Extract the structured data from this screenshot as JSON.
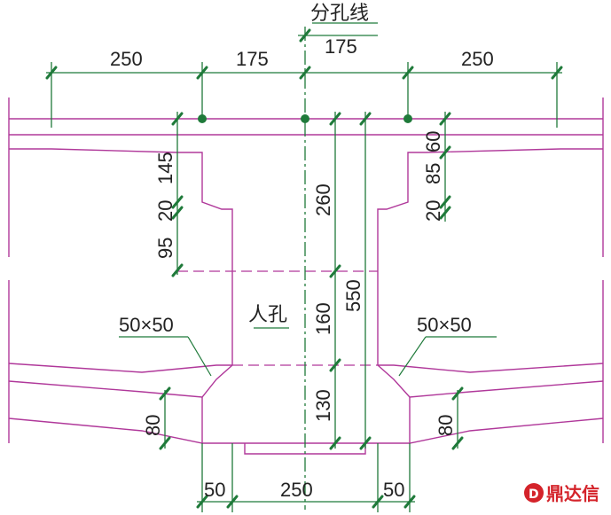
{
  "labels": {
    "divider": "分孔线",
    "manhole": "人孔",
    "chamfer_left": "50×50",
    "chamfer_right": "50×50"
  },
  "dims_top": [
    "250",
    "175",
    "175",
    "250"
  ],
  "dims_left": [
    "145",
    "20",
    "95"
  ],
  "dims_right": [
    "60",
    "85",
    "20"
  ],
  "dims_center": [
    "260",
    "160",
    "130",
    "550"
  ],
  "dims_bottom_side": [
    "80",
    "80"
  ],
  "dims_bottom": [
    "50",
    "250",
    "50"
  ],
  "logo": {
    "text": "鼎达信",
    "color": "#d4232a"
  },
  "colors": {
    "structure": "#b0389a",
    "dimension": "#1f7a3a"
  }
}
